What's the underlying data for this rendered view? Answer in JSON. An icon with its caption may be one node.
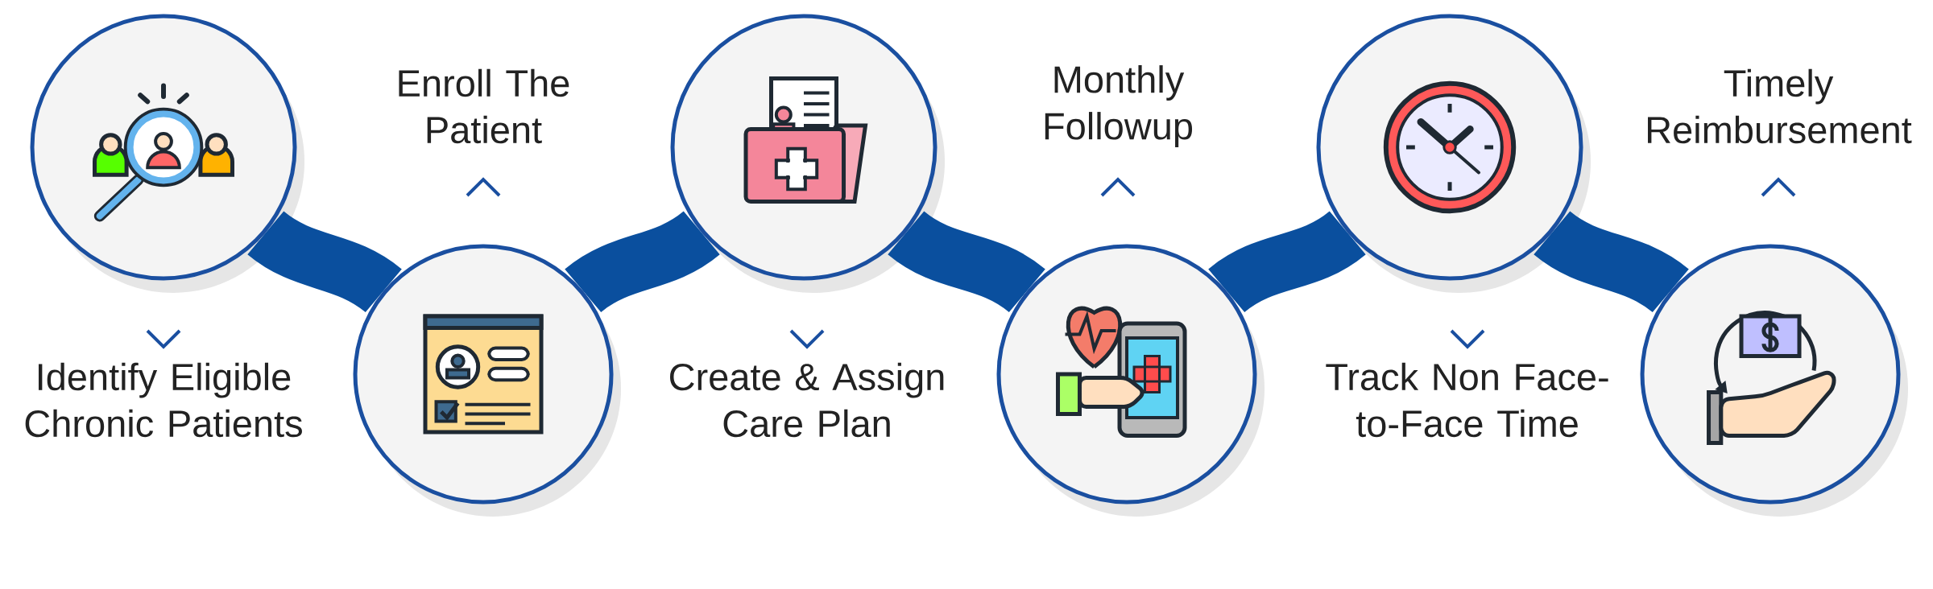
{
  "diagram": {
    "nodes": [
      {
        "text": [],
        "shape": "circle"
      },
      {
        "text": [],
        "shape": "circle"
      },
      {
        "text": [],
        "shape": "circle"
      },
      {
        "text": [],
        "shape": "circle"
      },
      {
        "text": [],
        "shape": "circle"
      },
      {
        "text": [],
        "shape": "circle"
      }
    ],
    "edges": [
      {
        "from": 0,
        "to": 1,
        "arrow": "none"
      },
      {
        "from": 1,
        "to": 2,
        "arrow": "none"
      },
      {
        "from": 2,
        "to": 3,
        "arrow": "none"
      },
      {
        "from": 3,
        "to": 4,
        "arrow": "none"
      },
      {
        "from": 4,
        "to": 5,
        "arrow": "none"
      }
    ],
    "labels": [
      "Identify Eligible Chronic Patients",
      "Enroll The Patient",
      "Create & Assign Care Plan",
      "Monthly Followup",
      "Track Non Face-to-Face Time",
      "Timely Reimbursement"
    ]
  }
}
